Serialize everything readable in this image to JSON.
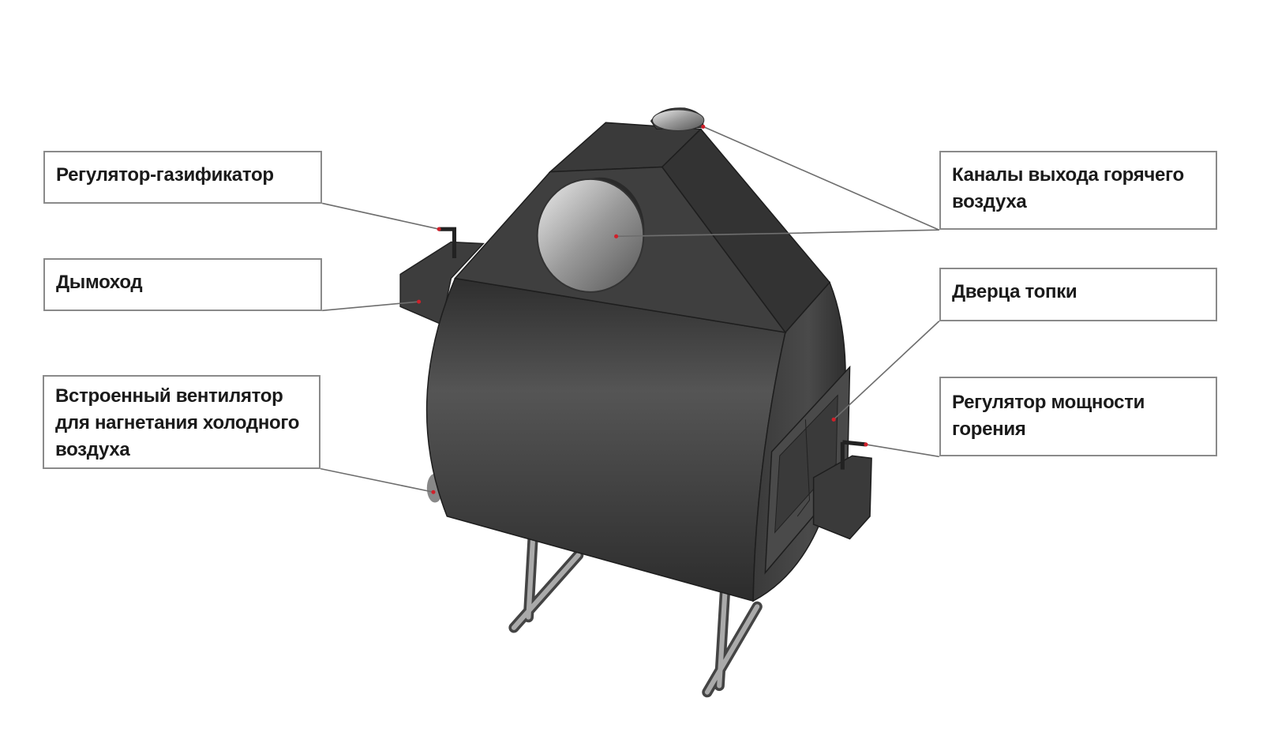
{
  "labels": {
    "gasifier_regulator": "Регулятор-газификатор",
    "chimney": "Дымоход",
    "fan": "Встроенный вентилятор для нагнетания холодного воздуха",
    "hot_air_channels": "Каналы выхода горячего воздуха",
    "firebox_door": "Дверца топки",
    "power_regulator": "Регулятор мощности горения"
  },
  "colors": {
    "body": "#3c3c3c",
    "leader": "#6e6e6e",
    "marker": "#d0202a",
    "border": "#8a8a8a"
  }
}
